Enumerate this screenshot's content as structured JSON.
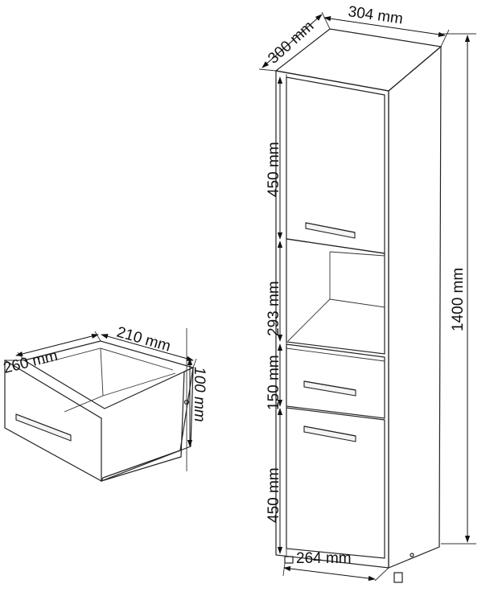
{
  "cabinet": {
    "width": "304 mm",
    "depth": "300 mm",
    "height_total": "1400 mm",
    "bottom_width": "264 mm",
    "top_door": "450 mm",
    "open_shelf": "293 mm",
    "drawer": "150 mm",
    "bottom_door": "450 mm"
  },
  "drawer_detail": {
    "width": "260 mm",
    "depth": "210 mm",
    "height": "100 mm"
  },
  "colors": {
    "line": "#222222",
    "background": "#ffffff"
  }
}
